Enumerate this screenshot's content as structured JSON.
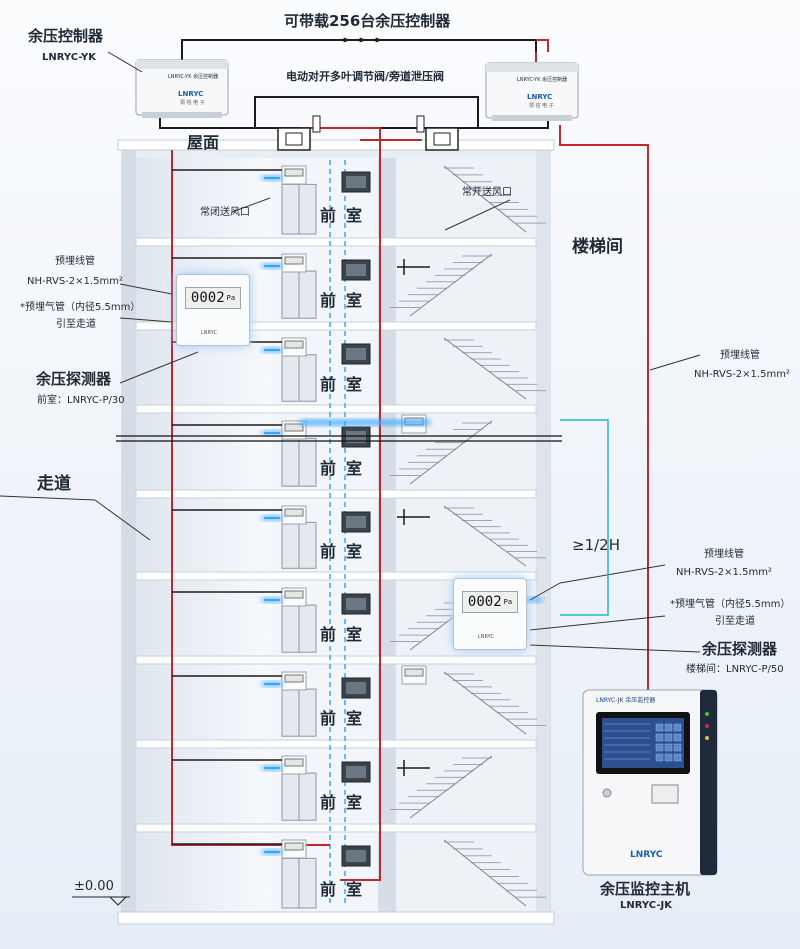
{
  "top_title": "可带载256台余压控制器",
  "controller": {
    "title": "余压控制器",
    "model": "LNRYC-YK",
    "panel_text": "LNRYC-YK 余压控制器",
    "brand": "LNRYC",
    "brand_sub": "领 信 电 子"
  },
  "valve_label": "电动对开多叶调节阀/旁道泄压阀",
  "roof": "屋面",
  "closed_vent": "常闭送风口",
  "open_vent": "常开送风口",
  "staircase": "楼梯间",
  "anteroom": [
    "前",
    "室"
  ],
  "left_conduit": {
    "title": "预埋线管",
    "spec": "NH-RVS-2×1.5mm²",
    "tube": "*预埋气管（内径5.5mm）",
    "route": "引至走道"
  },
  "left_detector": {
    "title": "余压探测器",
    "model": "前室：LNRYC-P/30",
    "reading": "0002",
    "unit": "Pa",
    "brand": "LNRYC"
  },
  "right_conduit": {
    "title": "预埋线管",
    "spec": "NH-RVS-2×1.5mm²"
  },
  "corridor": "走道",
  "height_ratio": "≥1/2H",
  "right_lower": {
    "title": "预埋线管",
    "spec": "NH-RVS-2×1.5mm²",
    "tube": "*预埋气管（内径5.5mm）",
    "route": "引至走道"
  },
  "right_detector": {
    "title": "余压探测器",
    "model": "楼梯间：LNRYC-P/50",
    "reading": "0002",
    "unit": "Pa",
    "brand": "LNRYC"
  },
  "host": {
    "panel_text": "LNRYC-JK 余压监控器",
    "brand": "LNRYC",
    "title": "余压监控主机",
    "model": "LNRYC-JK"
  },
  "floor_level": "±0.00",
  "colors": {
    "red_wire": "#c0282d",
    "blue_glow": "#3aa7ff",
    "black_wire": "#1c1c1c"
  }
}
